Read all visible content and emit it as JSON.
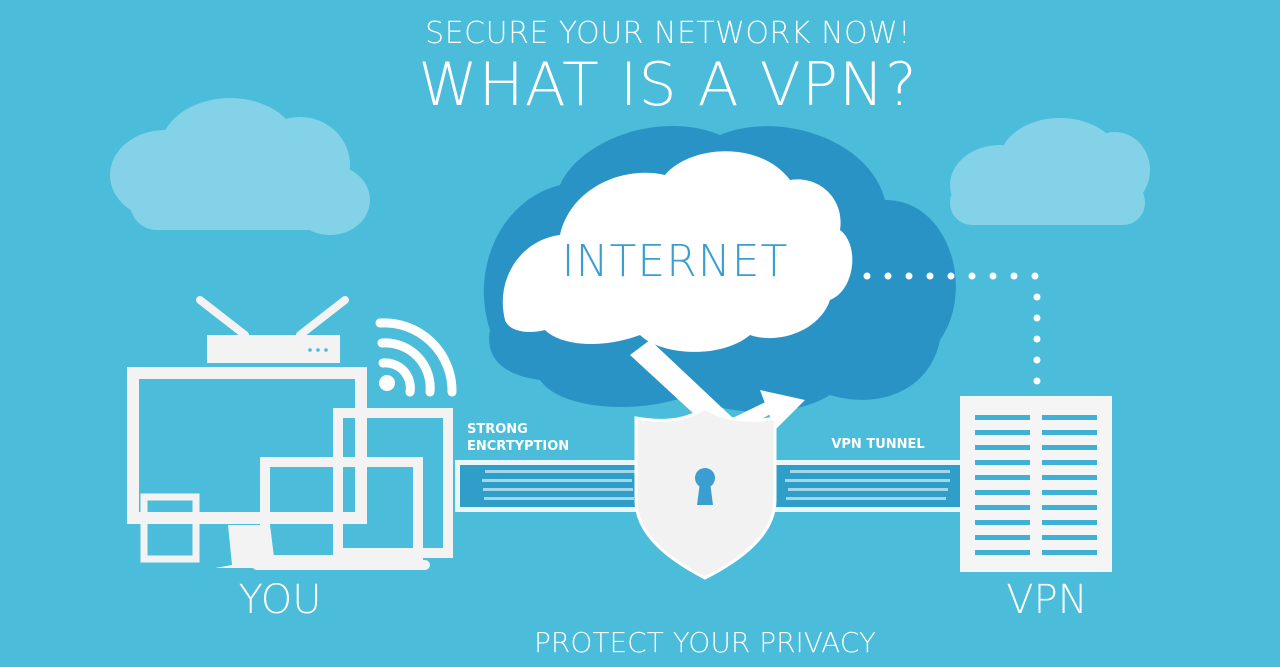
{
  "header": {
    "headline": "SECURE YOUR NETWORK NOW!",
    "title": "WHAT IS A VPN?"
  },
  "diagram": {
    "cloud_label": "INTERNET",
    "encryption_label": [
      "STRONG",
      "ENCRTYPTION"
    ],
    "tunnel_label": "VPN TUNNEL",
    "you_label": "YOU",
    "vpn_label": "VPN"
  },
  "footer": {
    "tagline": "PROTECT YOUR PRIVACY"
  },
  "colors": {
    "background": "#4bbcd9",
    "cloud_dark": "#2a93c6",
    "tunnel": "#2f9fca",
    "white": "#ffffff"
  }
}
